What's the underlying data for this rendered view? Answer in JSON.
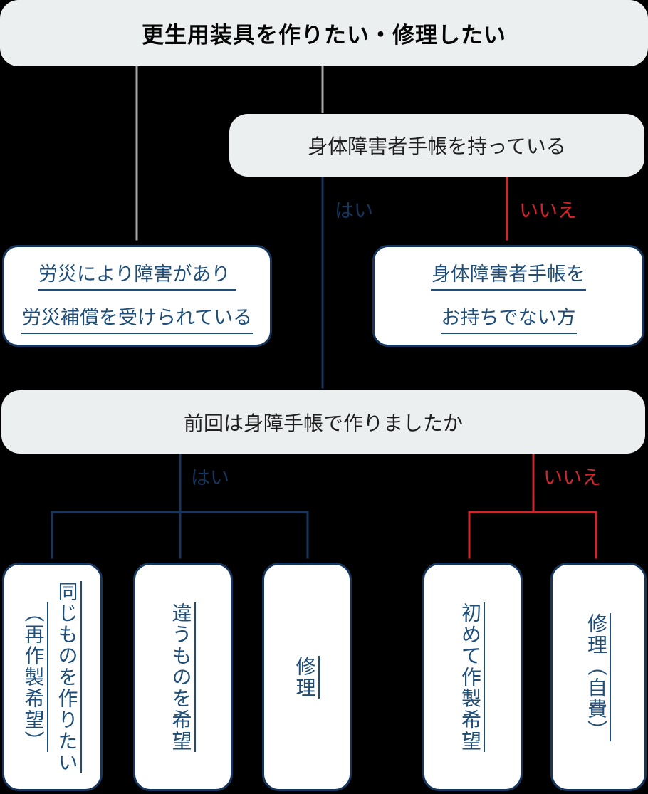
{
  "colors": {
    "background": "#000000",
    "question_fill": "#eceff0",
    "question_text": "#1f1f1f",
    "link_text_blue": "#1f4e79",
    "border_navy": "#17365d",
    "arrow_navy": "#17365d",
    "arrow_red": "#d2262c",
    "arrow_gray": "#a6a6a6"
  },
  "nodes": {
    "start": {
      "label": "更生用装具を作りたい・修理したい"
    },
    "has_techou": {
      "label": "身体障害者手帳を持っている"
    },
    "rousai_link": {
      "lines": [
        "労災により障害があり ",
        "労災補償を受けられている"
      ]
    },
    "no_techou_link": {
      "lines": [
        "身体障害者手帳を",
        "お持ちでない方"
      ]
    },
    "prev_techou": {
      "label": "前回は身障手帳で作りましたか"
    },
    "same_item_link": {
      "lines": [
        "同じものを作りたい",
        "（再作製希望）"
      ]
    },
    "different_item_link": {
      "lines": [
        "違うものを希望"
      ]
    },
    "repair_link": {
      "lines": [
        "修理"
      ]
    },
    "first_make_link": {
      "lines": [
        "初めて作製希望"
      ]
    },
    "repair_self_link": {
      "lines": [
        "修理（自費）"
      ]
    }
  },
  "edge_labels": {
    "yes_top": "はい",
    "no_top": "いいえ",
    "yes_bottom": "はい",
    "no_bottom": "いいえ"
  }
}
